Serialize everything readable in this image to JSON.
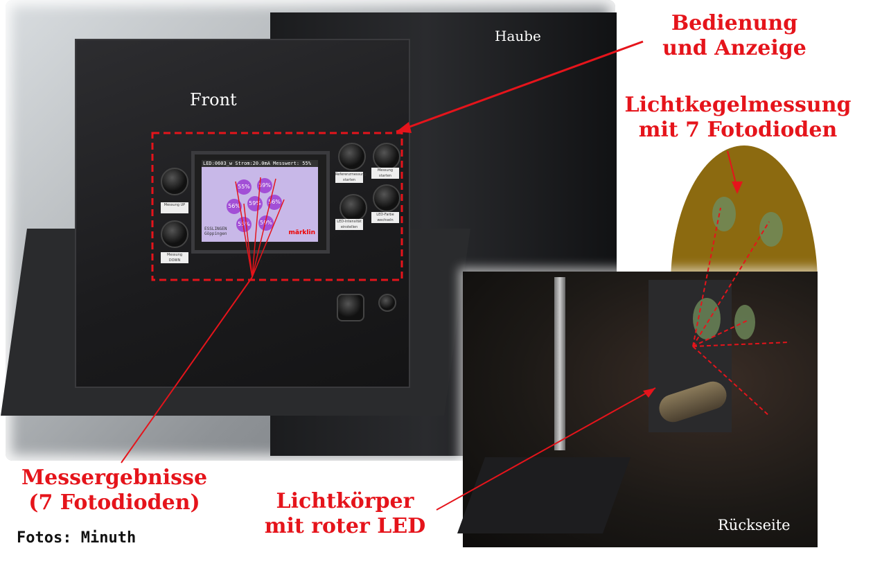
{
  "labels": {
    "bedienung": [
      "Bedienung",
      "und Anzeige"
    ],
    "lichtkegel": [
      "Lichtkegelmessung",
      "mit 7 Fotodioden"
    ],
    "messergebnisse": [
      "Messergebnisse",
      "(7 Fotodioden)"
    ],
    "lichtkoerper": [
      "Lichtkörper",
      "mit roter LED"
    ],
    "front": "Front",
    "haube": "Haube",
    "rueckseite": "Rückseite",
    "credit": "Fotos: Minuth"
  },
  "display": {
    "status_line": "LED:0603_w  Strom:20.0mA  Messwert: 55%",
    "bubbles": [
      "55%",
      "59%",
      "56%",
      "59%",
      "56%",
      "55%",
      "59%"
    ],
    "city": "ESSLINGEN",
    "city2": "Göppingen",
    "brand": "märklin"
  },
  "buttons": {
    "messung_up": "Messung UP",
    "messung_down": "Messung DOWN",
    "referenz": "Referenzmessung starten",
    "messung_starten": "Messung starten",
    "led_intensitaet": "LED-Intensität einstellen",
    "led_farbe": "LED-Farbe wechseln"
  },
  "colors": {
    "annotation": "#e5141b",
    "cone_zone": "#8c6a10",
    "display_bubble": "#a24fd6"
  }
}
